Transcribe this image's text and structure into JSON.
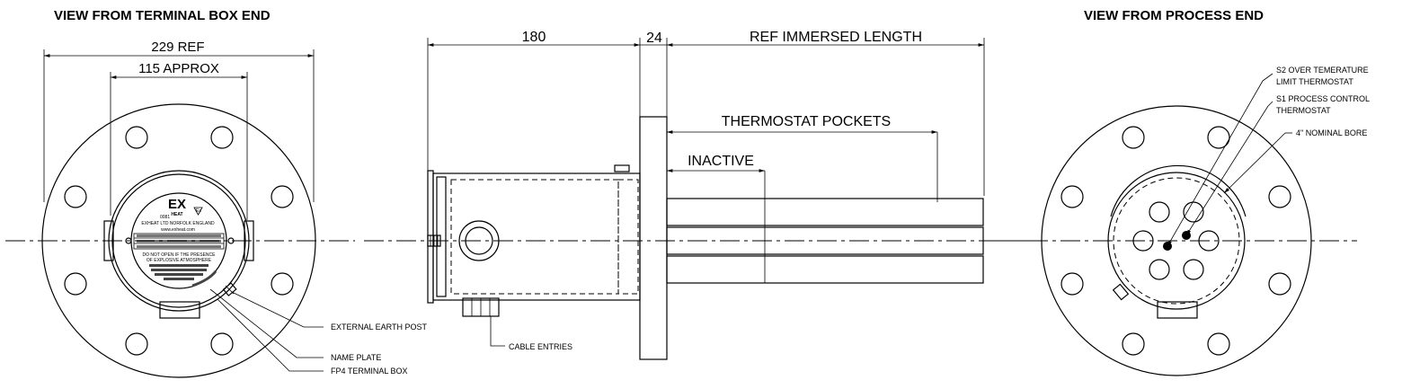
{
  "titles": {
    "terminal_view": "VIEW FROM TERMINAL BOX END",
    "process_view": "VIEW FROM PROCESS END"
  },
  "dimensions": {
    "ref_229": "229 REF",
    "approx_115": "115 APPROX",
    "d180": "180",
    "d24": "24",
    "immersed": "REF IMMERSED LENGTH",
    "pockets": "THERMOSTAT POCKETS",
    "inactive": "INACTIVE"
  },
  "callouts": {
    "earth_post": "EXTERNAL EARTH POST",
    "name_plate": "NAME PLATE",
    "terminal_box": "FP4 TERMINAL BOX",
    "cable_entries": "CABLE ENTRIES",
    "s2_line1": "S2 OVER TEMERATURE",
    "s2_line2": "LIMIT THERMOSTAT",
    "s1_line1": "S1 PROCESS CONTROL",
    "s1_line2": "THERMOSTAT",
    "bore": "4\" NOMINAL BORE"
  },
  "nameplate": {
    "logo": "EX",
    "heat": "HEAT",
    "company": "EXHEAT LTD NORFOLK ENGLAND",
    "web": "www.exheat.com",
    "warning1": "DO NOT OPEN IF THE PRESENCE",
    "warning2": "OF EXPLOSIVE ATMOSPHERE",
    "code": "0081",
    "ex_mark": "Ex"
  }
}
